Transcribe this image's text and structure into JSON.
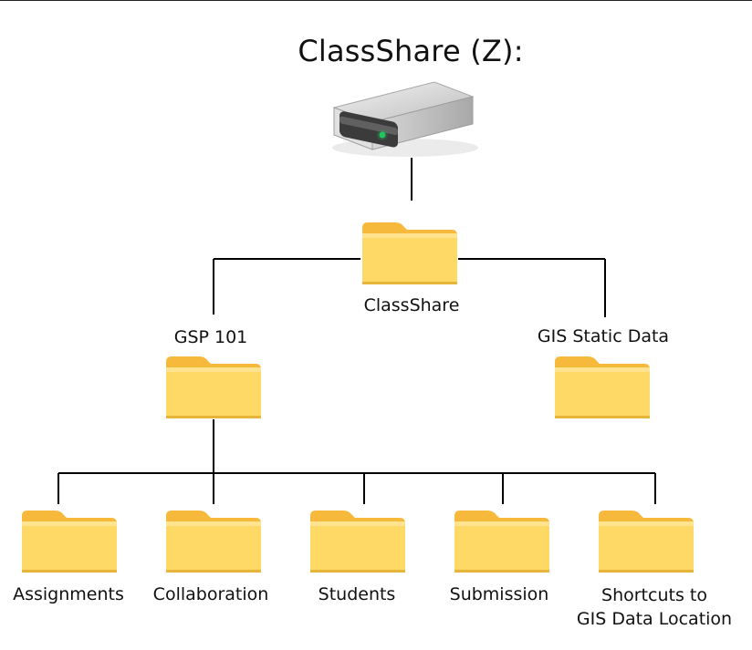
{
  "title": "ClassShare (Z):",
  "icons": {
    "drive": "hard-drive-icon",
    "folder": "folder-icon"
  },
  "colors": {
    "folder_back": "#F6B93B",
    "folder_front": "#FFD966",
    "folder_line": "#E7B53A",
    "connector": "#000000",
    "drive_led": "#22C55E"
  },
  "nodes": {
    "root": {
      "label": "ClassShare"
    },
    "gsp": {
      "label": "GSP 101"
    },
    "gis": {
      "label": "GIS Static Data"
    },
    "children": [
      {
        "label": "Assignments"
      },
      {
        "label": "Collaboration"
      },
      {
        "label": "Students"
      },
      {
        "label": "Submission"
      },
      {
        "label_line1": "Shortcuts to",
        "label_line2": "GIS Data Location"
      }
    ]
  }
}
